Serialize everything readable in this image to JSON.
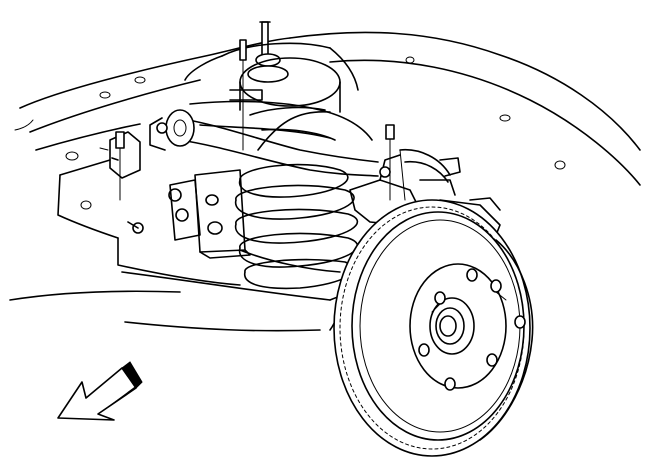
{
  "figure": {
    "colors": {
      "line": "#000000",
      "background": "#ffffff"
    },
    "parts": [
      "vehicle-frame",
      "upper-control-arm",
      "shock-absorber-upper-mount",
      "coil-spring",
      "lower-control-arm",
      "brake-rotor",
      "wheel-hub",
      "wheel-studs",
      "steering-knuckle",
      "brake-caliper-bracket",
      "brake-hose",
      "frame-bracket-bolts",
      "front-direction-arrow"
    ],
    "front_arrow_icon": "arrow-lower-left-icon"
  }
}
